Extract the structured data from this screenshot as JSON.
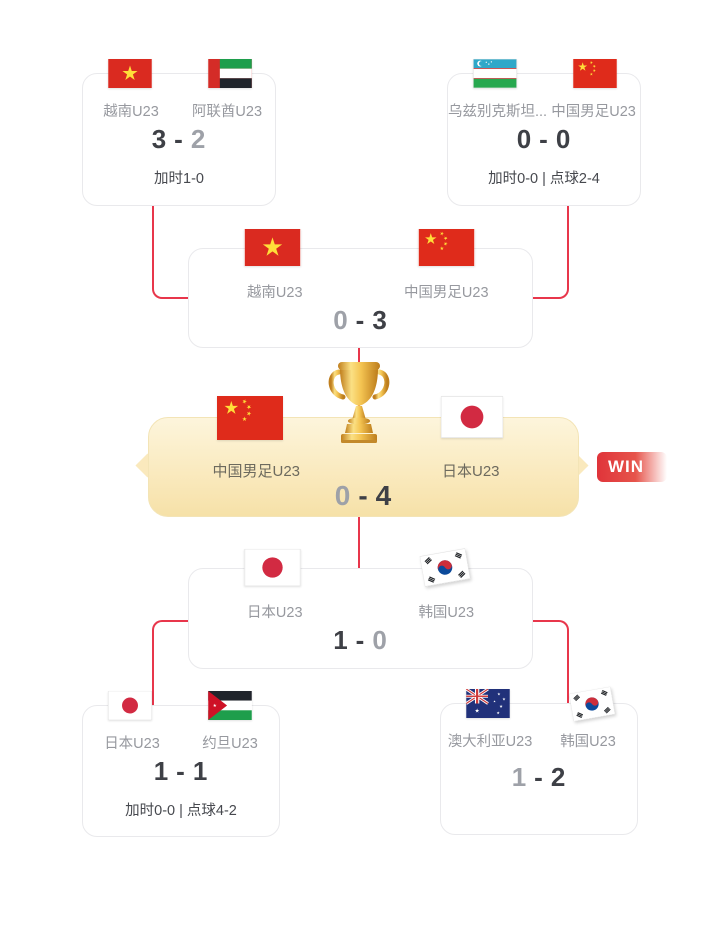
{
  "separator": "-",
  "win_badge": "WIN",
  "colors": {
    "accent_red": "#E8364B",
    "banner_cream": "#FAE9BD",
    "win_red": "#E0343A",
    "score_winner": "#3E4046",
    "score_loser": "#9EA1A8",
    "team_name_gray": "#97999F"
  },
  "bracket": {
    "qf1": {
      "home": {
        "name": "越南U23",
        "flag": "vietnam-flag"
      },
      "away": {
        "name": "阿联酋U23",
        "flag": "uae-flag"
      },
      "score": [
        "3",
        "2"
      ],
      "note": "加时1-0"
    },
    "qf2": {
      "home": {
        "name": "乌兹别克斯坦...",
        "flag": "uzbekistan-flag"
      },
      "away": {
        "name": "中国男足U23",
        "flag": "china-flag"
      },
      "score": [
        "0",
        "0"
      ],
      "note": "加时0-0 | 点球2-4"
    },
    "sf1": {
      "home": {
        "name": "越南U23",
        "flag": "vietnam-flag"
      },
      "away": {
        "name": "中国男足U23",
        "flag": "china-flag"
      },
      "score": [
        "0",
        "3"
      ]
    },
    "final": {
      "home": {
        "name": "中国男足U23",
        "flag": "china-flag"
      },
      "away": {
        "name": "日本U23",
        "flag": "japan-flag"
      },
      "score": [
        "0",
        "4"
      ]
    },
    "sf2": {
      "home": {
        "name": "日本U23",
        "flag": "japan-flag"
      },
      "away": {
        "name": "韩国U23",
        "flag": "korea-flag"
      },
      "score": [
        "1",
        "0"
      ]
    },
    "qf3": {
      "home": {
        "name": "日本U23",
        "flag": "japan-flag"
      },
      "away": {
        "name": "约旦U23",
        "flag": "jordan-flag"
      },
      "score": [
        "1",
        "1"
      ],
      "note": "加时0-0 | 点球4-2"
    },
    "qf4": {
      "home": {
        "name": "澳大利亚U23",
        "flag": "australia-flag"
      },
      "away": {
        "name": "韩国U23",
        "flag": "korea-flag"
      },
      "score": [
        "1",
        "2"
      ]
    }
  }
}
